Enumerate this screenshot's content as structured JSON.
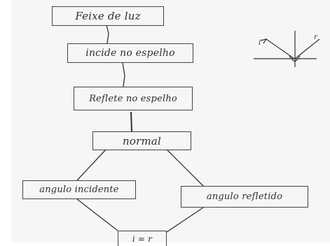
{
  "diagram": {
    "nodes": [
      {
        "id": "feixe",
        "text": "Feixe de luz"
      },
      {
        "id": "incide",
        "text": "incide no espelho"
      },
      {
        "id": "reflete",
        "text": "Reflete no espelho"
      },
      {
        "id": "normal",
        "text": "normal"
      },
      {
        "id": "angulo_incidente",
        "text": "angulo incidente"
      },
      {
        "id": "angulo_refletido",
        "text": "angulo refletido"
      },
      {
        "id": "bottom",
        "text": "i = r"
      }
    ],
    "sketch": {
      "incident_label": "i",
      "reflected_label": "r"
    }
  },
  "colors": {
    "ink": "#2f2f2f",
    "paper": "#f6f6f4"
  }
}
